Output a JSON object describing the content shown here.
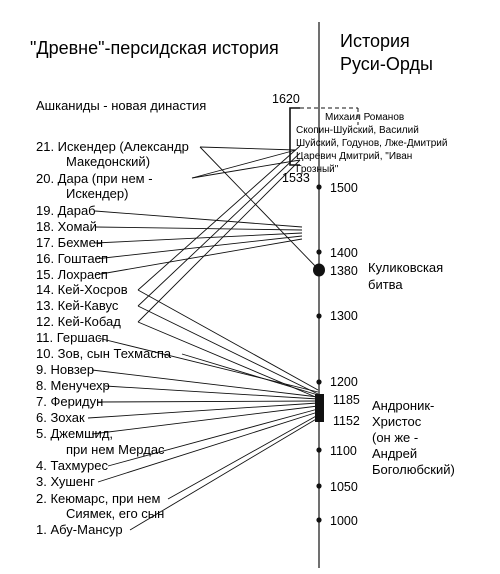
{
  "left_title": "\"Древне\"-персидская история",
  "right_title": [
    "История",
    "Руси-Орды"
  ],
  "dynasty_note": "Ашканиды - новая династия",
  "rulers": [
    [
      "21. Искендер (Александр",
      "Македонский)"
    ],
    [
      "20. Дара (при нем -",
      "Искендер)"
    ],
    [
      "19. Дараб"
    ],
    [
      "18. Хомай"
    ],
    [
      "17. Бехмен"
    ],
    [
      "16. Гоштасп"
    ],
    [
      "15. Лохрасп"
    ],
    [
      "14. Кей-Хосров"
    ],
    [
      "13. Кей-Кавус"
    ],
    [
      "12. Кей-Кобад"
    ],
    [
      "11. Гершасп"
    ],
    [
      "10. Зов, сын Техмаспа"
    ],
    [
      "9. Новзер"
    ],
    [
      "8. Менучехр"
    ],
    [
      "7. Феридун"
    ],
    [
      "6. Зохак"
    ],
    [
      "5. Джемшид,",
      "при нем Мердас"
    ],
    [
      "4. Тахмурес"
    ],
    [
      "3. Хушенг"
    ],
    [
      "2. Кеюмарс, при нем",
      "Сиямек, его сын"
    ],
    [
      "1. Абу-Мансур"
    ]
  ],
  "timeline_ticks": [
    "1500",
    "1400",
    "1380",
    "1300",
    "1200",
    "1185",
    "1152",
    "1100",
    "1050",
    "1000"
  ],
  "range_marks": [
    "1620",
    "1533"
  ],
  "bracket_note": [
    "Михаил Романов",
    "Скопин-Шуйский, Василий",
    "Шуйский, Годунов, Лже-Дмитрий",
    "Царевич Дмитрий, \"Иван",
    "Грозный\""
  ],
  "events": {
    "kulikovo": [
      "Куликовская",
      "битва"
    ],
    "andronik": [
      "Андроник-",
      "Христос",
      "(он же -",
      "Андрей",
      "Боголюбский)"
    ]
  },
  "colors": {
    "ink": "#111111",
    "background": "#ffffff"
  }
}
